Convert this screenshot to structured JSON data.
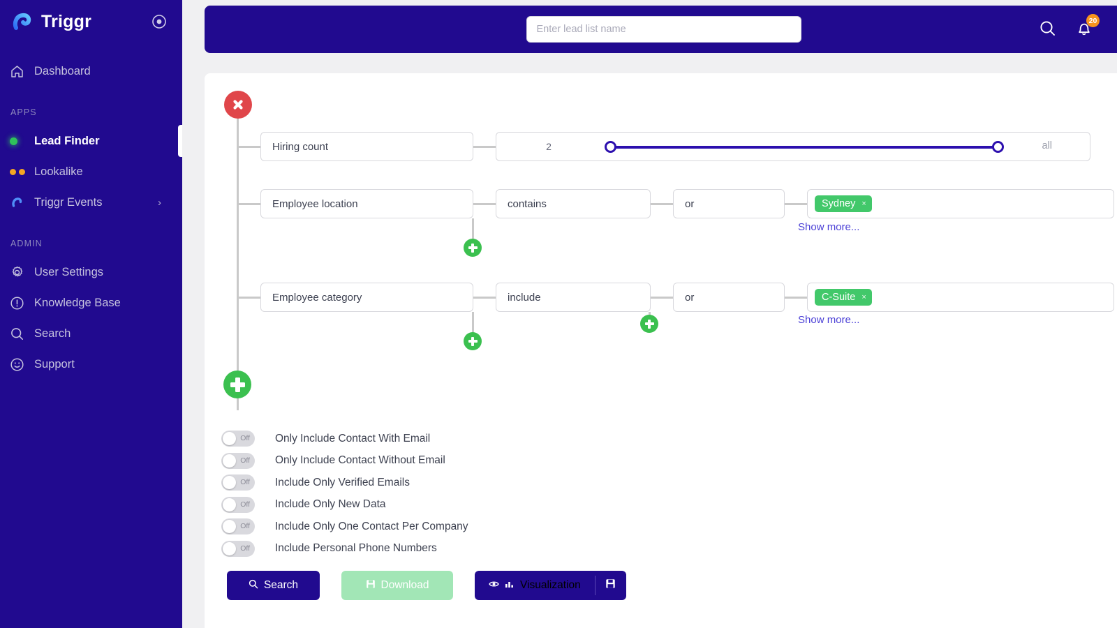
{
  "brand": {
    "name": "Triggr",
    "logo_icon": "triggr-swirl-logo",
    "settings_icon": "target-circle-icon"
  },
  "sidebar": {
    "dashboard": {
      "label": "Dashboard",
      "icon": "home-icon"
    },
    "apps_label": "APPS",
    "admin_label": "ADMIN",
    "apps": [
      {
        "label": "Lead Finder",
        "icon": "green-dot-icon",
        "active": true
      },
      {
        "label": "Lookalike",
        "icon": "orange-dots-icon",
        "active": false
      },
      {
        "label": "Triggr Events",
        "icon": "triggr-swirl-icon",
        "active": false,
        "chevron": "›"
      }
    ],
    "admin": [
      {
        "label": "User Settings",
        "icon": "gear-icon"
      },
      {
        "label": "Knowledge Base",
        "icon": "info-circle-icon"
      },
      {
        "label": "Search",
        "icon": "search-icon"
      },
      {
        "label": "Support",
        "icon": "smiley-icon"
      }
    ]
  },
  "topbar": {
    "lead_list_placeholder": "Enter lead list name",
    "lead_list_value": "",
    "search_icon": "search-icon",
    "bell_icon": "bell-icon",
    "notification_count": "20"
  },
  "query_builder": {
    "remove_group_icon": "close-circle-icon",
    "add_icon": "plus-circle-icon",
    "rows": [
      {
        "field": "Hiring count",
        "type": "range",
        "min_value": "2",
        "max_label": "all"
      },
      {
        "field": "Employee location",
        "operator": "contains",
        "boolean": "or",
        "tags": [
          {
            "label": "Sydney",
            "remove": "×"
          }
        ],
        "show_more": "Show more..."
      },
      {
        "field": "Employee category",
        "operator": "include",
        "boolean": "or",
        "tags": [
          {
            "label": "C-Suite",
            "remove": "×"
          }
        ],
        "show_more": "Show more..."
      }
    ]
  },
  "toggles": [
    {
      "label": "Only Include Contact With Email",
      "state": "Off"
    },
    {
      "label": "Only Include Contact Without Email",
      "state": "Off"
    },
    {
      "label": "Include Only Verified Emails",
      "state": "Off"
    },
    {
      "label": "Include Only New Data",
      "state": "Off"
    },
    {
      "label": "Include Only One Contact Per Company",
      "state": "Off"
    },
    {
      "label": "Include Personal Phone Numbers",
      "state": "Off"
    }
  ],
  "actions": {
    "search": {
      "label": "Search",
      "icon": "search-icon"
    },
    "download": {
      "label": "Download",
      "icon": "save-icon",
      "disabled": true
    },
    "visualization": {
      "label": "Visualization",
      "icon_eye": "eye-icon",
      "icon_chart": "bar-chart-icon",
      "icon_save": "save-icon"
    }
  },
  "colors": {
    "brand_navy": "#210a8f",
    "accent_green": "#3bc04f",
    "chip_green": "#42c86a",
    "danger_red": "#e0464a",
    "badge_orange": "#f7941e",
    "link_purple": "#4a3fd6",
    "slider_blue": "#2c0fae"
  }
}
